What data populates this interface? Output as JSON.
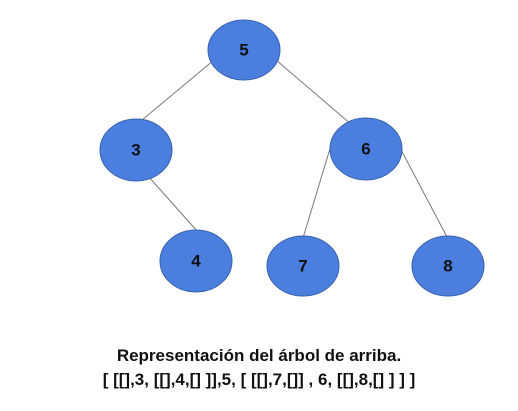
{
  "colors": {
    "node_fill": "#4a7fe0",
    "node_stroke": "#3a62ad",
    "edge": "#7a7a7a",
    "text": "#111111"
  },
  "tree": {
    "root": {
      "value": "5",
      "left": {
        "value": "3",
        "left": null,
        "right": {
          "value": "4",
          "left": null,
          "right": null
        }
      },
      "right": {
        "value": "6",
        "left": {
          "value": "7",
          "left": null,
          "right": null
        },
        "right": {
          "value": "8",
          "left": null,
          "right": null
        }
      }
    }
  },
  "caption": {
    "title": "Representación del árbol de arriba.",
    "representation": "[ [[],3, [[],4,[] ]],5, [ [[],7,[]] , 6, [[],8,[] ] ] ]"
  }
}
